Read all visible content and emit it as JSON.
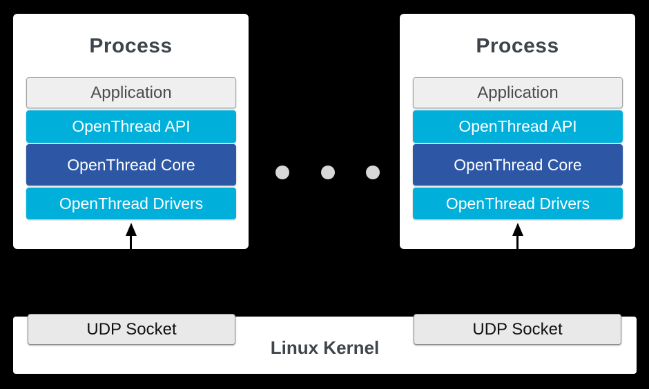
{
  "diagram": {
    "description": "OpenThread POSIX simulation architecture: multiple processes with OpenThread stacks communicating through UDP sockets in the Linux kernel",
    "background_color": "#000000"
  },
  "colors": {
    "card_background": "#ffffff",
    "layer_cyan": "#00b0db",
    "layer_dark_blue": "#2d56a4",
    "layer_light_gray": "#efefef",
    "box_border_gray": "#a3a3a3",
    "dot_gray": "#d8d8d8",
    "heading_text": "#3d444b",
    "application_text": "#4c4c4c",
    "layer_text_white": "#ffffff",
    "arrow_black": "#000000"
  },
  "processes": [
    {
      "title": "Process",
      "layers": [
        {
          "label": "Application"
        },
        {
          "label": "OpenThread API"
        },
        {
          "label": "OpenThread Core"
        },
        {
          "label": "OpenThread Drivers"
        }
      ]
    },
    {
      "title": "Process",
      "layers": [
        {
          "label": "Application"
        },
        {
          "label": "OpenThread API"
        },
        {
          "label": "OpenThread Core"
        },
        {
          "label": "OpenThread Drivers"
        }
      ]
    }
  ],
  "ellipsis": {
    "dot_count": 3
  },
  "kernel": {
    "label": "Linux Kernel",
    "sockets": [
      {
        "label": "UDP Socket"
      },
      {
        "label": "UDP Socket"
      }
    ]
  }
}
